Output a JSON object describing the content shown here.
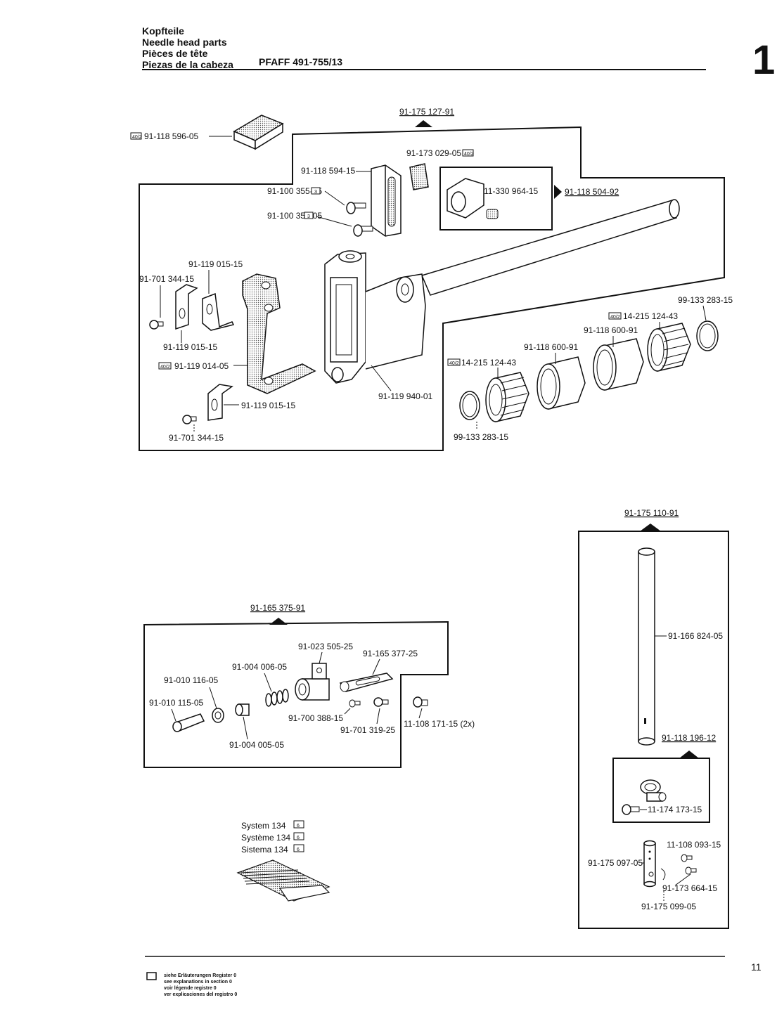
{
  "header": {
    "title_de": "Kopfteile",
    "title_en": "Needle head parts",
    "title_fr": "Pièces de tête",
    "title_es": "Piezas de la cabeza",
    "model": "PFAFF 491-755/13",
    "section_number": "1"
  },
  "page_number": "11",
  "footer": {
    "line1": "siehe Erläuterungen Register 0",
    "line2": "see explanations in section 0",
    "line3": "voir légende registre 0",
    "line4": "ver explicaciones del registro 0"
  },
  "labels": {
    "asm_main": "91-175 127-91",
    "p_block": "91-118 596-05",
    "p_173029": "91-173 029-05",
    "p_118594": "91-118 594-15",
    "p_screw1": "91-100 355-05",
    "p_screw2": "91-100 355-05",
    "p_11330": "11-330 964-15",
    "asm_118504": "91-118 504-92",
    "p_119015a": "91-119 015-15",
    "p_701344a": "91-701 344-15",
    "p_119015b": "91-119 015-15",
    "p_119014": "91-119 014-05",
    "p_119015c": "91-119 015-15",
    "p_701344b": "91-701 344-15",
    "p_119940": "91-119 940-01",
    "p_99133a": "99-133 283-15",
    "p_214a": "14-215 124-43",
    "p_118600a": "91-118 600-91",
    "p_118600b": "91-118 600-91",
    "p_214b": "14-215 124-43",
    "p_99133b": "99-133 283-15",
    "asm_175110": "91-175 110-91",
    "p_166824": "91-166 824-05",
    "asm_118196": "91-118 196-12",
    "p_11174": "11-174 173-15",
    "p_11108093": "11-108 093-15",
    "p_175097": "91-175 097-05",
    "p_173664": "91-173 664-15",
    "p_175099": "91-175 099-05",
    "asm_165375": "91-165 375-91",
    "p_023505": "91-023 505-25",
    "p_165377": "91-165 377-25",
    "p_004006": "91-004 006-05",
    "p_010116": "91-010 116-05",
    "p_010115": "91-010 115-05",
    "p_700388": "91-700 388-15",
    "p_701319": "91-701 319-25",
    "p_11108171": "11-108 171-15 (2x)",
    "p_004005": "91-004 005-05",
    "sys_de": "System  134",
    "sys_fr": "Système 134",
    "sys_es": "Sistema 134"
  },
  "ref_badges": {
    "b_40_2": "40/2",
    "b_3": "3",
    "b_6": "6"
  }
}
